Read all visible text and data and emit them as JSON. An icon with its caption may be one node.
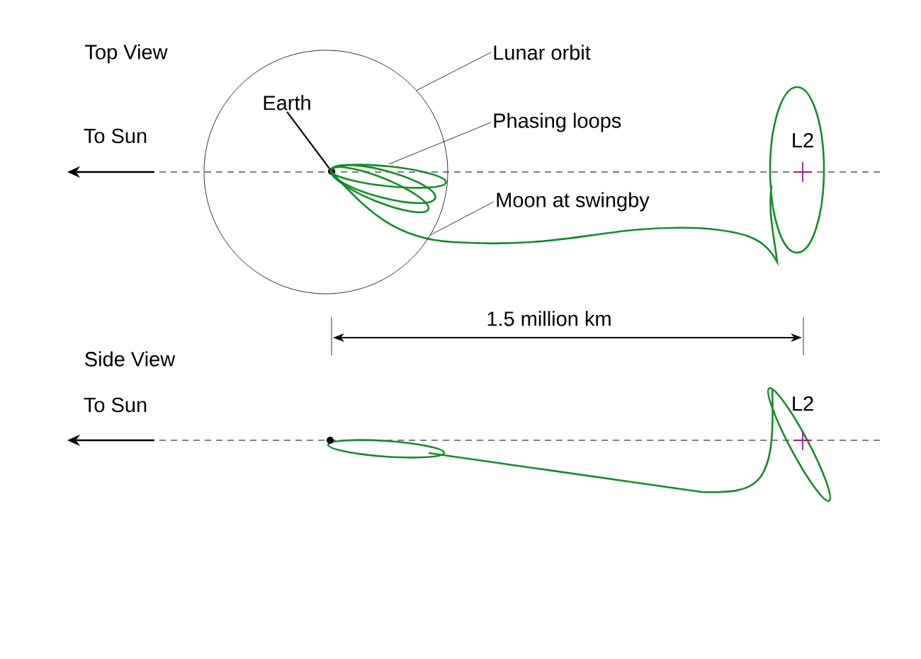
{
  "diagram": {
    "nodes": [
      {
        "text": [
          "Lunar orbit"
        ]
      },
      {
        "text": [],
        "shape": "circle"
      },
      {
        "text": [
          "Earth"
        ],
        "in": 1
      },
      {
        "text": [],
        "shape": "circle",
        "in": 1
      },
      {
        "text": [
          "Phasing loops"
        ]
      },
      {
        "text": [
          "Moon at swingby"
        ]
      },
      {
        "text": [],
        "shape": "loop",
        "in": 1
      }
    ],
    "edges": [
      {
        "from": 0,
        "to": 1,
        "arrow": "none"
      },
      {
        "from": 2,
        "to": 3,
        "arrow": "none"
      },
      {
        "from": 4,
        "to": 6,
        "arrow": "none"
      },
      {
        "from": 5,
        "to": 1,
        "arrow": "none"
      }
    ],
    "labels": [
      "Top View",
      "To Sun",
      "L2",
      "1.5 million km",
      "Side View",
      "To Sun",
      "L2"
    ]
  }
}
